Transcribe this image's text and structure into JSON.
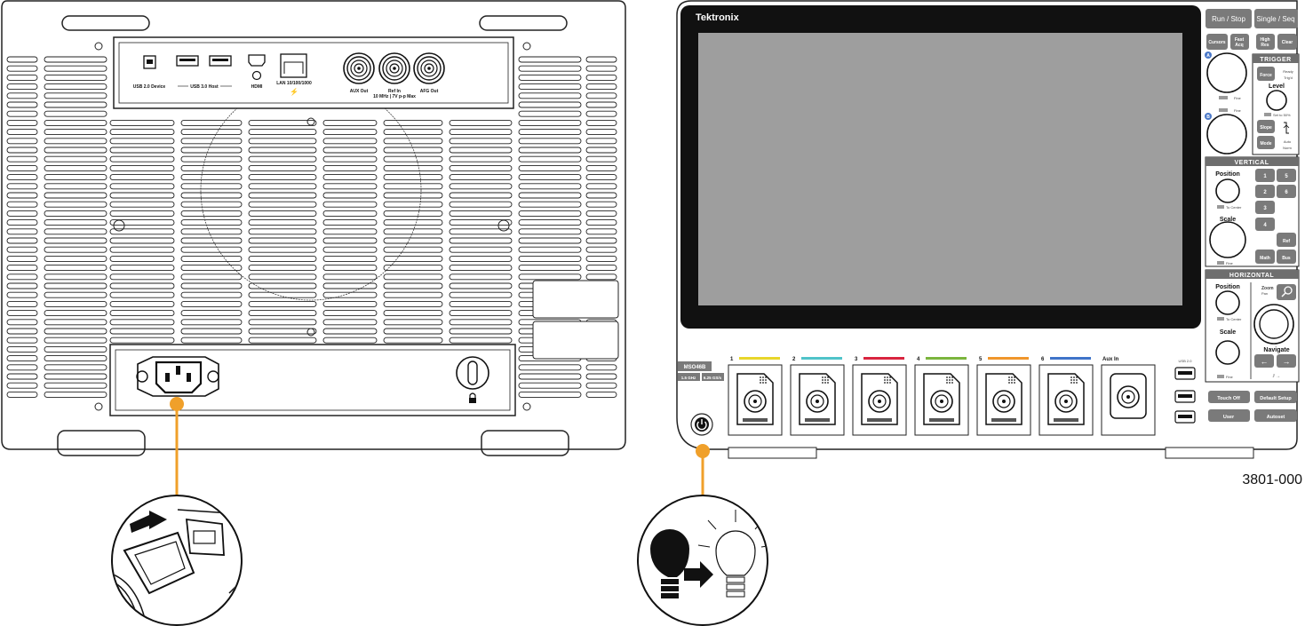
{
  "rear_panel": {
    "ports": {
      "usb_device": "USB 2.0 Device",
      "usb_host": "USB 3.0 Host",
      "hdmi": "HDMI",
      "lan": "LAN 10/100/1000",
      "aux_out": "AUX Out",
      "ref_in": "Ref In",
      "ref_in_spec": "10 MHz | 7V p-p Max",
      "afg_out": "AFG Out"
    }
  },
  "front_panel": {
    "brand": "Tektronix",
    "model": "MSO46B",
    "spec_bw": "1.5 GHz",
    "spec_sr": "6.25 GS/s",
    "buttons": {
      "run_stop": "Run / Stop",
      "single_seq": "Single / Seq",
      "cursors": "Cursors",
      "fast_acq_1": "Fast",
      "fast_acq_2": "Acq",
      "high_res_1": "High",
      "high_res_2": "Res",
      "clear": "Clear",
      "force": "Force",
      "slope": "Slope",
      "mode": "Mode",
      "math": "Math",
      "ref": "Ref",
      "bus": "Bus",
      "touch_off": "Touch Off",
      "default_setup": "Default Setup",
      "user": "User",
      "autoset": "Autoset"
    },
    "trigger": {
      "title": "TRIGGER",
      "ready": "Ready",
      "trigd": "Trig'd",
      "level": "Level",
      "set_50": "Set to 50%",
      "auto": "Auto",
      "norm": "Norm"
    },
    "vertical": {
      "title": "VERTICAL",
      "position": "Position",
      "scale": "Scale",
      "channels": [
        "1",
        "2",
        "3",
        "4",
        "5",
        "6"
      ],
      "to_center": "To Center",
      "fine": "Fine"
    },
    "horizontal": {
      "title": "HORIZONTAL",
      "position": "Position",
      "scale": "Scale",
      "zoom": "Zoom",
      "pan": "Pan",
      "navigate": "Navigate"
    },
    "knob_a_label": "A",
    "knob_b_label": "B",
    "usb_label": "USB 2.0",
    "aux_in": "Aux In",
    "channel_inputs": [
      "1",
      "2",
      "3",
      "4",
      "5",
      "6"
    ],
    "channel_colors": [
      "#e8d62a",
      "#4fc3c9",
      "#d9243f",
      "#7bb53d",
      "#f0962b",
      "#3f74c9"
    ]
  },
  "figure_number": "3801-000",
  "colors": {
    "callout_accent": "#f0a02a",
    "button_gray": "#7a7a7a",
    "knob_blue": "#4a78c8"
  }
}
